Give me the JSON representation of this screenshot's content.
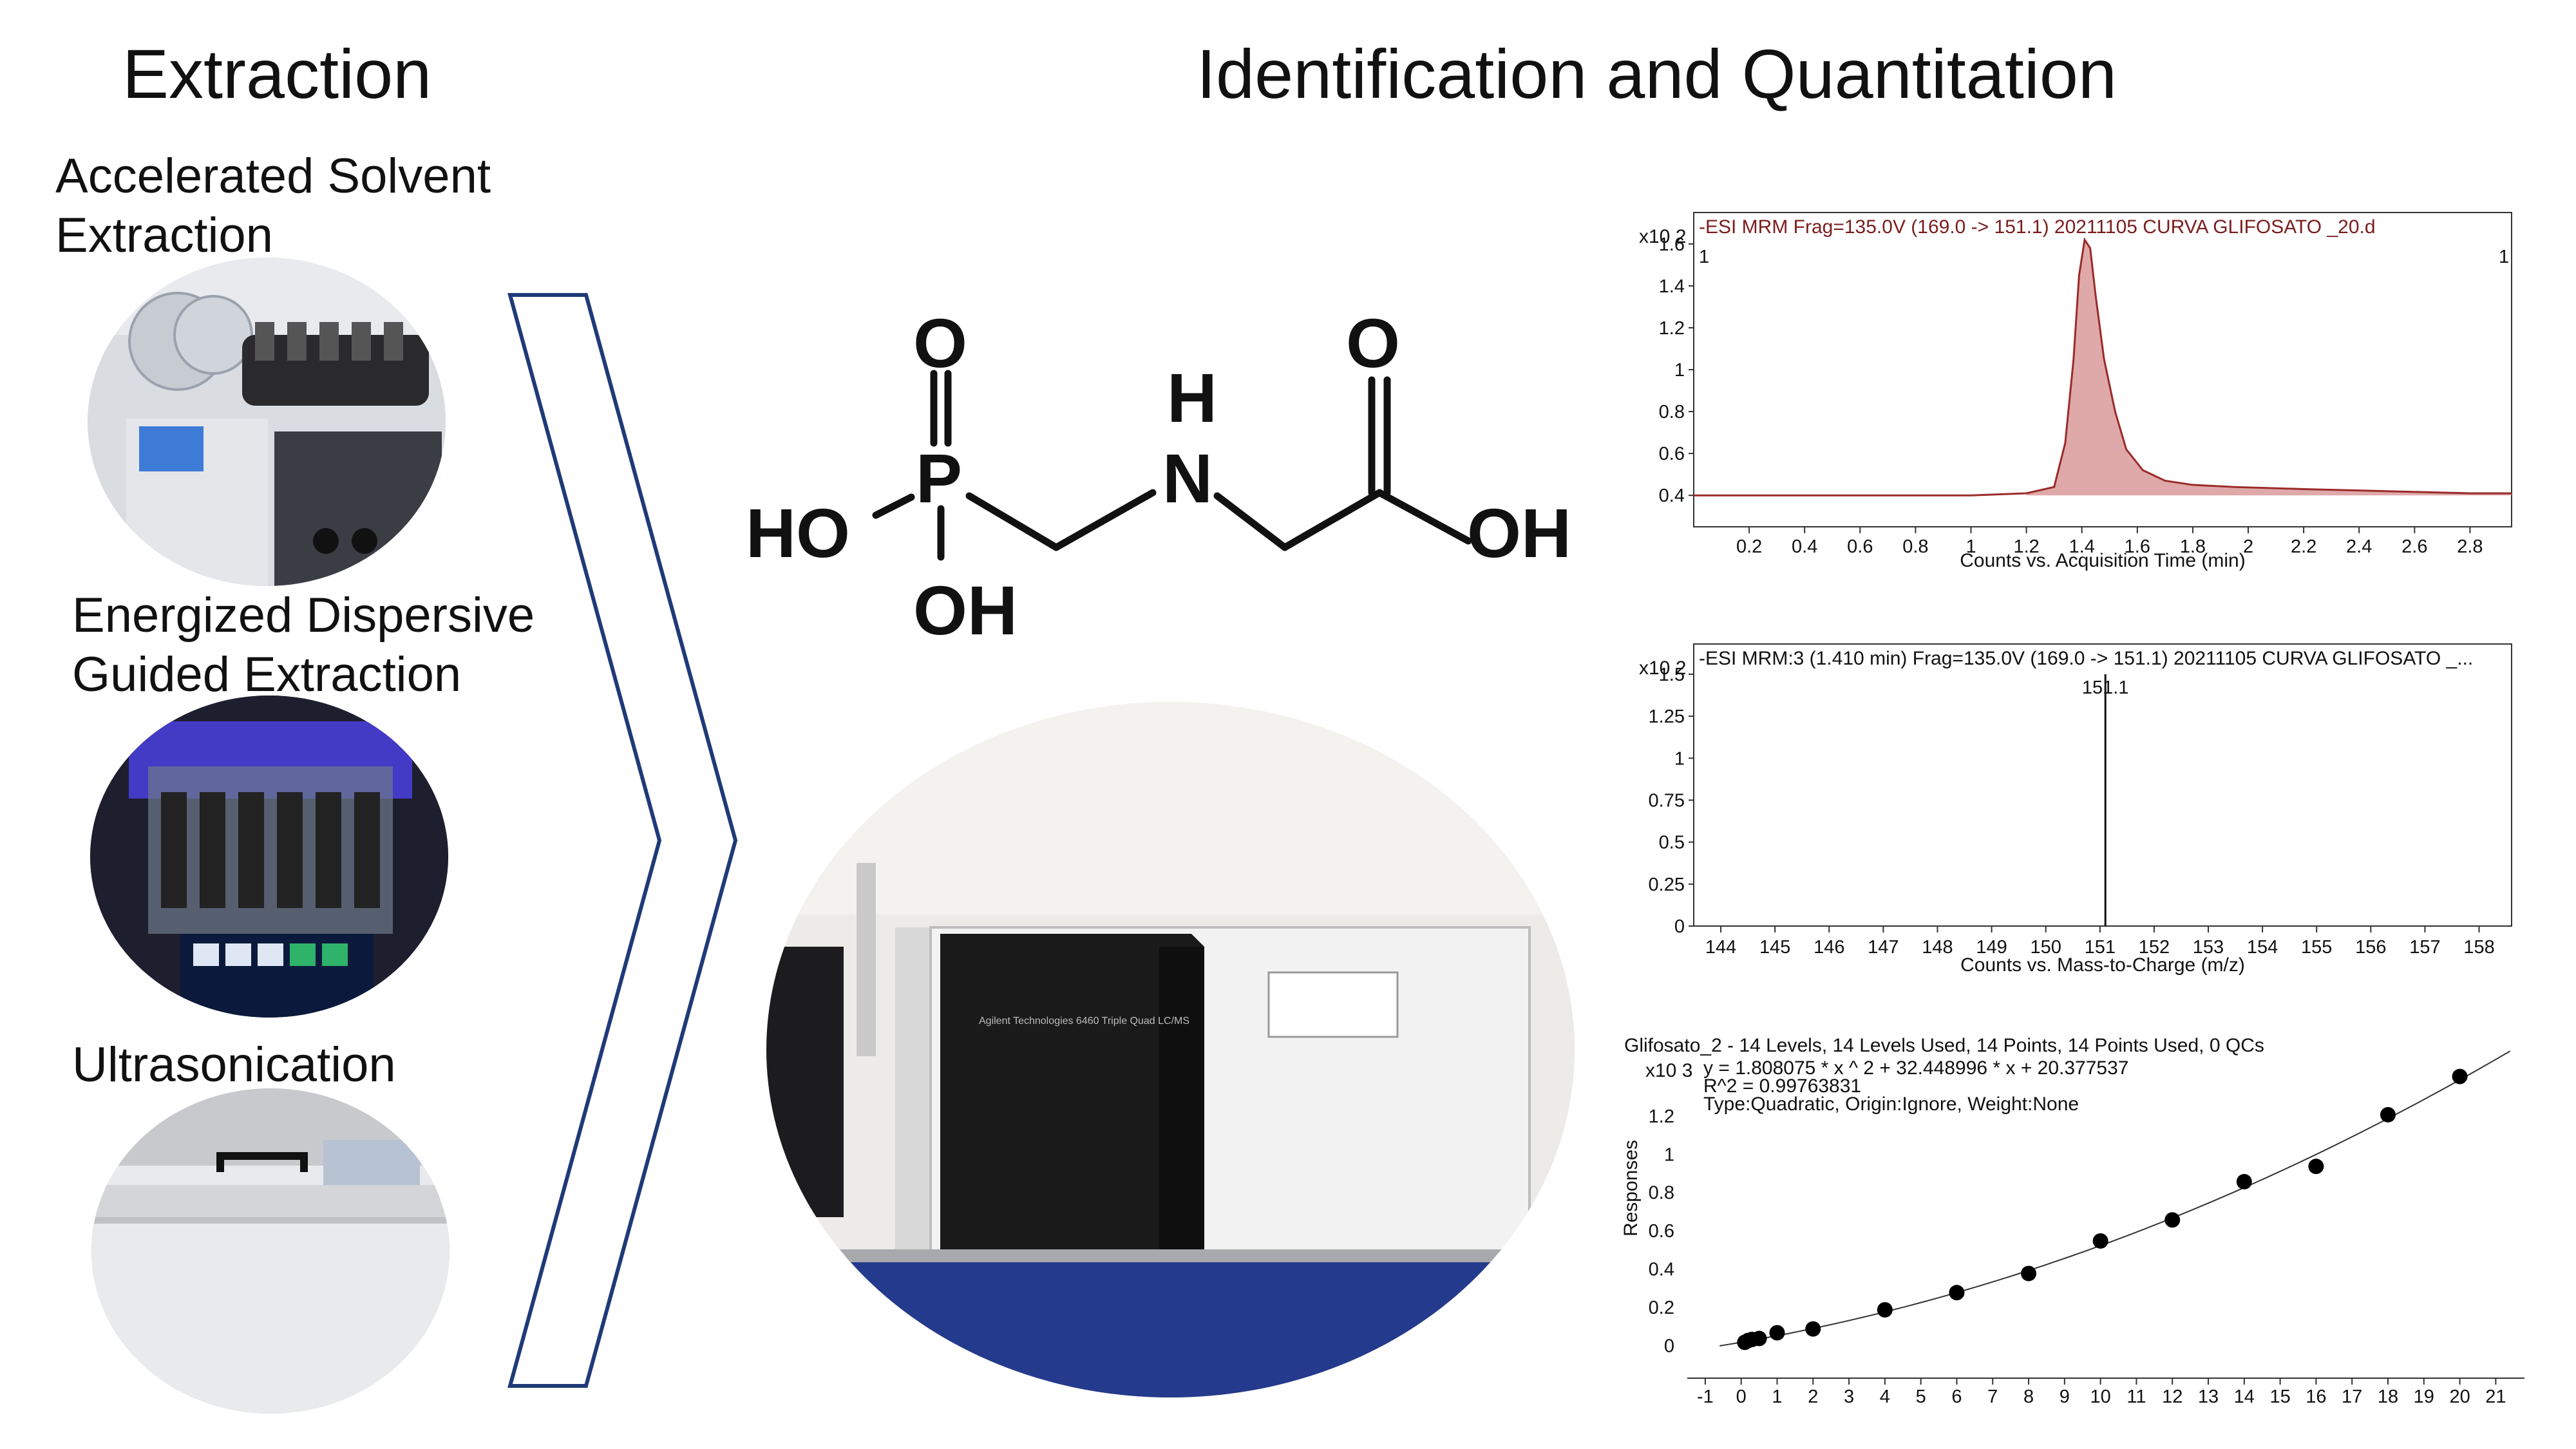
{
  "headers": {
    "extraction": "Extraction",
    "identification": "Identification and Quantitation"
  },
  "methods": [
    {
      "label_line1": "Accelerated Solvent",
      "label_line2": "Extraction"
    },
    {
      "label_line1": "Energized Dispersive",
      "label_line2": "Guided Extraction"
    },
    {
      "label_line1": "Ultrasonication",
      "label_line2": ""
    }
  ],
  "molecule": {
    "atoms": {
      "o_top_left": "O",
      "p": "P",
      "ho": "HO",
      "oh_bottom": "OH",
      "h": "H",
      "n": "N",
      "o_top_right": "O",
      "oh_right": "OH"
    }
  },
  "instrument_label": "Agilent Technologies  6460  Triple Quad LC/MS",
  "colors": {
    "chromatogram_line": "#9b2b2b",
    "chromatogram_fill": "#d99a9a",
    "arrow_stroke": "#1f3a78"
  },
  "chart_data": [
    {
      "type": "line",
      "title": "-ESI MRM Frag=135.0V (169.0 -> 151.1) 20211105 CURVA GLIFOSATO _20.d",
      "multiplier": "x10 2",
      "corner_left": "1",
      "corner_right": "1",
      "xlabel": "Counts vs. Acquisition Time (min)",
      "xlim": [
        0,
        2.95
      ],
      "ylim": [
        0.25,
        1.75
      ],
      "xticks": [
        "0.2",
        "0.4",
        "0.6",
        "0.8",
        "1",
        "1.2",
        "1.4",
        "1.6",
        "1.8",
        "2",
        "2.2",
        "2.4",
        "2.6",
        "2.8"
      ],
      "yticks": [
        "0.4",
        "0.6",
        "0.8",
        "1",
        "1.2",
        "1.4",
        "1.6"
      ],
      "x": [
        0,
        0.5,
        1.0,
        1.2,
        1.3,
        1.34,
        1.37,
        1.39,
        1.41,
        1.43,
        1.45,
        1.48,
        1.52,
        1.56,
        1.62,
        1.7,
        1.8,
        1.95,
        2.2,
        2.5,
        2.8,
        2.95
      ],
      "y": [
        0.4,
        0.4,
        0.4,
        0.41,
        0.44,
        0.65,
        1.05,
        1.45,
        1.62,
        1.58,
        1.35,
        1.05,
        0.8,
        0.62,
        0.52,
        0.47,
        0.45,
        0.44,
        0.43,
        0.42,
        0.41,
        0.41
      ]
    },
    {
      "type": "bar",
      "title": "-ESI MRM:3 (1.410 min) Frag=135.0V (169.0 -> 151.1) 20211105 CURVA GLIFOSATO _...",
      "multiplier": "x10 2",
      "xlabel": "Counts vs. Mass-to-Charge (m/z)",
      "xlim": [
        143.5,
        158.6
      ],
      "ylim": [
        0,
        1.68
      ],
      "xticks": [
        "144",
        "145",
        "146",
        "147",
        "148",
        "149",
        "150",
        "151",
        "152",
        "153",
        "154",
        "155",
        "156",
        "157",
        "158"
      ],
      "yticks": [
        "0",
        "0.25",
        "0.5",
        "0.75",
        "1",
        "1.25",
        "1.5"
      ],
      "peaks": [
        {
          "mz": 151.1,
          "value": 1.5,
          "label": "151.1"
        }
      ]
    },
    {
      "type": "scatter",
      "title": "Glifosato_2 - 14 Levels, 14 Levels Used, 14 Points, 14 Points Used, 0 QCs",
      "multiplier": "x10 3",
      "ylabel": "Responses",
      "equation": "y = 1.808075 * x ^ 2  + 32.448996 * x  + 20.377537",
      "r2": "R^2 = 0.99763831",
      "fit_type": "Type:Quadratic, Origin:Ignore, Weight:None",
      "xlim": [
        -1.5,
        21.8
      ],
      "ylim": [
        -0.1,
        1.55
      ],
      "xticks": [
        "-1",
        "0",
        "1",
        "2",
        "3",
        "4",
        "5",
        "6",
        "7",
        "8",
        "9",
        "10",
        "11",
        "12",
        "13",
        "14",
        "15",
        "16",
        "17",
        "18",
        "19",
        "20",
        "21"
      ],
      "yticks": [
        "0",
        "0.2",
        "0.4",
        "0.6",
        "0.8",
        "1",
        "1.2"
      ],
      "x": [
        0.1,
        0.2,
        0.3,
        0.5,
        1,
        2,
        4,
        6,
        8,
        10,
        12,
        14,
        16,
        18,
        20
      ],
      "y": [
        0.02,
        0.03,
        0.035,
        0.04,
        0.07,
        0.09,
        0.19,
        0.28,
        0.38,
        0.55,
        0.66,
        0.86,
        0.94,
        1.21,
        1.41
      ],
      "fit": {
        "a": 1.808075,
        "b": 32.448996,
        "c": 20.377537
      }
    }
  ]
}
